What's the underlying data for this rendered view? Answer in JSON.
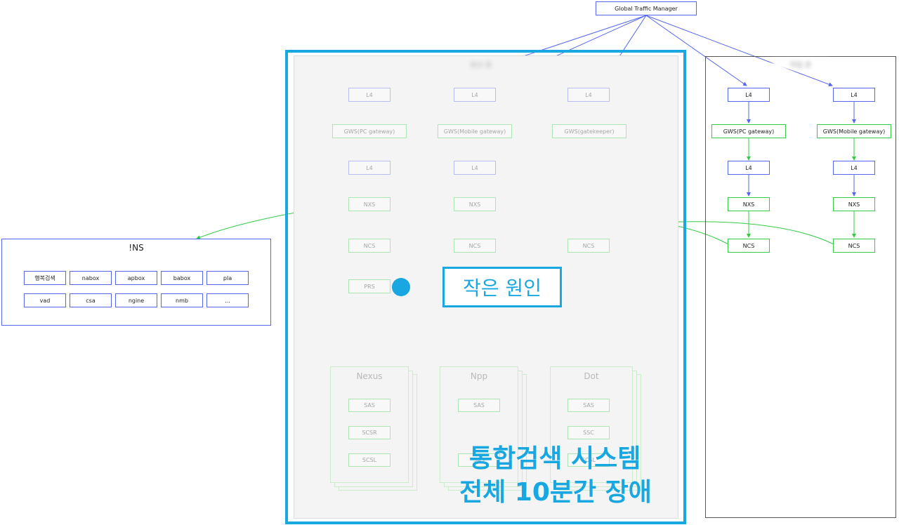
{
  "gtm": {
    "label": "Global Traffic Manager"
  },
  "left_region": {
    "title": "분산 존"
  },
  "right_region": {
    "title": "작업 존"
  },
  "left_columns": [
    {
      "l4": "L4",
      "gws": "GWS(PC gateway)",
      "l4b": "L4",
      "nxs": "NXS",
      "ncs": "NCS",
      "prs": "PRS"
    },
    {
      "l4": "L4",
      "gws": "GWS(Mobile gateway)",
      "l4b": "L4",
      "nxs": "NXS",
      "ncs": "NCS"
    },
    {
      "l4": "L4",
      "gws": "GWS(gatekeeper)",
      "ncs": "NCS"
    }
  ],
  "right_columns": [
    {
      "l4": "L4",
      "gws": "GWS(PC gateway)",
      "l4b": "L4",
      "nxs": "NXS",
      "ncs": "NCS"
    },
    {
      "l4": "L4",
      "gws": "GWS(Mobile gateway)",
      "l4b": "L4",
      "nxs": "NXS",
      "ncs": "NCS"
    }
  ],
  "clusters": [
    {
      "title": "Nexus",
      "items": [
        "SAS",
        "SCSR",
        "SCSL"
      ]
    },
    {
      "title": "Npp",
      "items": [
        "SAS",
        "SAS"
      ]
    },
    {
      "title": "Dot",
      "items": [
        "SAS",
        "SSC",
        "SCSL"
      ]
    }
  ],
  "ns_panel": {
    "title": "!NS",
    "row1": [
      "행복검색",
      "nabox",
      "apbox",
      "babox",
      "pla"
    ],
    "row2": [
      "vad",
      "csa",
      "ngine",
      "nmb",
      "..."
    ]
  },
  "callout": {
    "text": "작은 원인"
  },
  "headline": {
    "line1": "통합검색 시스템",
    "line2": "전체 10분간 장애"
  },
  "colors": {
    "highlight": "#18a7e0",
    "blue_node": "#5566ee",
    "green_node": "#33cc44"
  }
}
